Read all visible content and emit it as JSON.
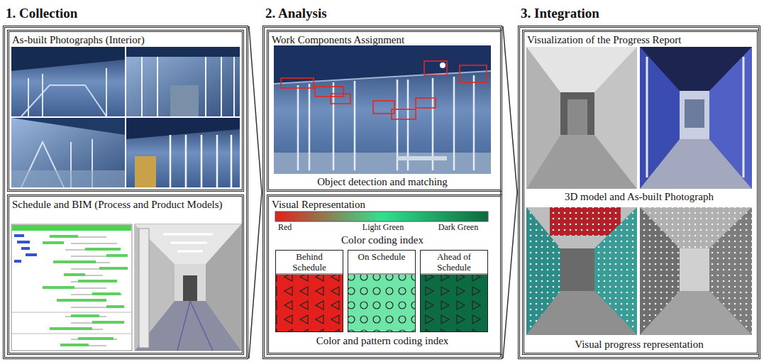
{
  "diagram": {
    "nodes": [
      {
        "text": [
          "1. Collection"
        ]
      },
      {
        "text": [
          "As-built Photographs (Interior)"
        ],
        "in": 0
      },
      {
        "text": [
          "Schedule and BIM (Process and Product Models)"
        ],
        "in": 0
      },
      {
        "text": [
          "2. Analysis"
        ]
      },
      {
        "text": [
          "Work Components Assignment",
          "Object detection and matching"
        ],
        "in": 3
      },
      {
        "text": [
          "Visual Representation",
          "Color coding index",
          "Color and pattern coding index"
        ],
        "in": 3
      },
      {
        "text": [
          "Behind Schedule"
        ],
        "in": 5
      },
      {
        "text": [
          "On Schedule"
        ],
        "in": 5
      },
      {
        "text": [
          "Ahead of Schedule"
        ],
        "in": 5
      },
      {
        "text": [
          "3. Integration"
        ]
      },
      {
        "text": [
          "Visualization of the Progress Report",
          "3D model and As-built Photograph",
          "Visual progress representation"
        ],
        "in": 9
      }
    ],
    "edges": [
      {
        "from": 0,
        "to": 3,
        "arrow": "to"
      },
      {
        "from": 3,
        "to": 9,
        "arrow": "to"
      }
    ],
    "labels": [
      "Red",
      "Light Green",
      "Dark Green"
    ]
  }
}
